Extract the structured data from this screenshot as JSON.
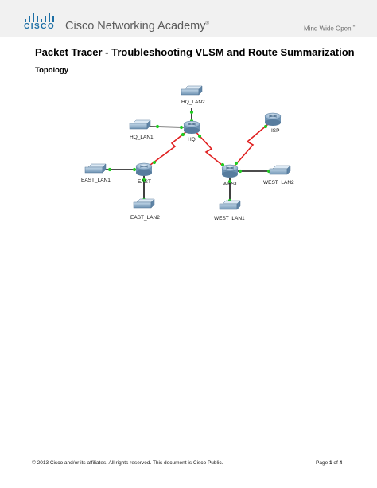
{
  "header": {
    "brand": "CISCO",
    "academy": "Cisco Networking Academy",
    "academy_mark": "®",
    "tagline": "Mind Wide Open",
    "tagline_mark": "™"
  },
  "document": {
    "title": "Packet Tracer - Troubleshooting VLSM and Route Summarization",
    "section_heading": "Topology"
  },
  "topology": {
    "colors": {
      "serial_link": "#e02020",
      "ethernet_link": "#111111",
      "link_up": "#22cc22"
    },
    "devices": [
      {
        "id": "HQ_LAN2",
        "type": "switch",
        "label": "HQ_LAN2"
      },
      {
        "id": "HQ_LAN1",
        "type": "switch",
        "label": "HQ_LAN1"
      },
      {
        "id": "HQ",
        "type": "router",
        "label": "HQ"
      },
      {
        "id": "ISP",
        "type": "router",
        "label": "ISP"
      },
      {
        "id": "EAST_LAN1",
        "type": "switch",
        "label": "EAST_LAN1"
      },
      {
        "id": "EAST",
        "type": "router",
        "label": "EAST"
      },
      {
        "id": "EAST_LAN2",
        "type": "switch",
        "label": "EAST_LAN2"
      },
      {
        "id": "WEST",
        "type": "router",
        "label": "WEST"
      },
      {
        "id": "WEST_LAN2",
        "type": "switch",
        "label": "WEST_LAN2"
      },
      {
        "id": "WEST_LAN1",
        "type": "switch",
        "label": "WEST_LAN1"
      }
    ],
    "links": [
      {
        "from": "HQ",
        "to": "HQ_LAN2",
        "kind": "ethernet"
      },
      {
        "from": "HQ",
        "to": "HQ_LAN1",
        "kind": "ethernet"
      },
      {
        "from": "HQ",
        "to": "EAST",
        "kind": "serial"
      },
      {
        "from": "HQ",
        "to": "WEST",
        "kind": "serial"
      },
      {
        "from": "WEST",
        "to": "ISP",
        "kind": "serial"
      },
      {
        "from": "EAST",
        "to": "EAST_LAN1",
        "kind": "ethernet"
      },
      {
        "from": "EAST",
        "to": "EAST_LAN2",
        "kind": "ethernet"
      },
      {
        "from": "WEST",
        "to": "WEST_LAN2",
        "kind": "ethernet"
      },
      {
        "from": "WEST",
        "to": "WEST_LAN1",
        "kind": "ethernet"
      }
    ]
  },
  "footer": {
    "copyright": "© 2013 Cisco and/or its affiliates. All rights reserved. This document is Cisco Public.",
    "page_prefix": "Page ",
    "page_current": "1",
    "page_sep": " of ",
    "page_total": "4"
  }
}
